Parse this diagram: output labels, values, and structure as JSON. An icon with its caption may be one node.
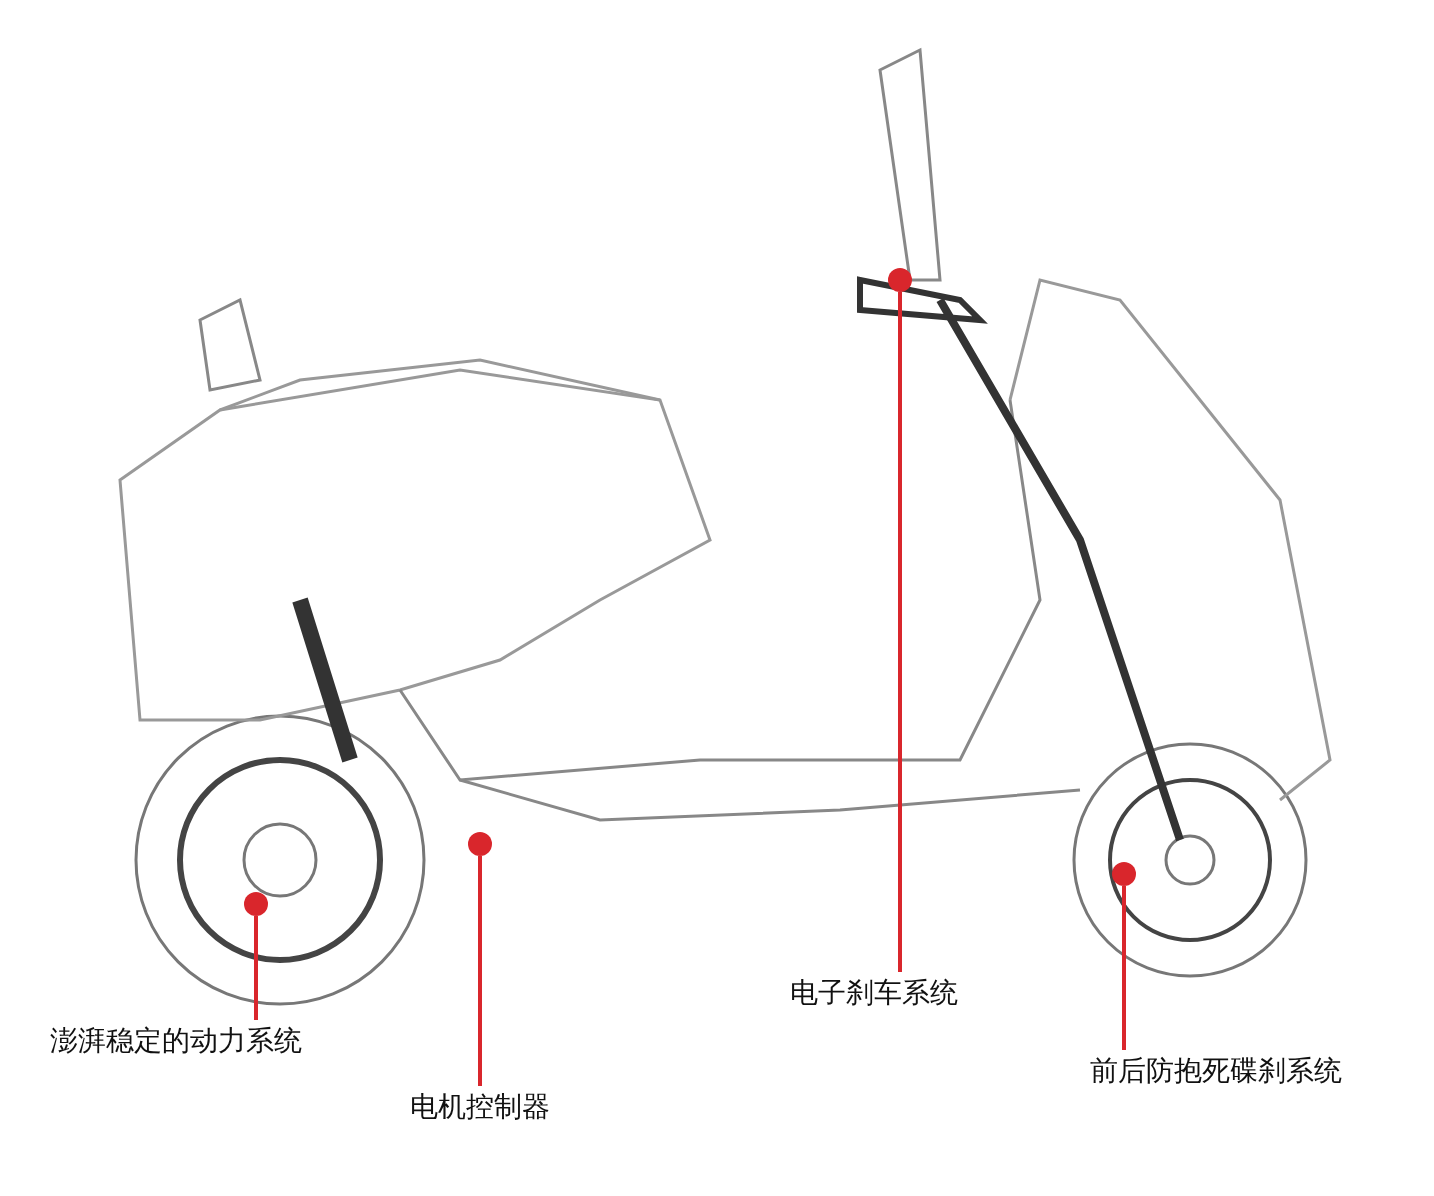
{
  "diagram": {
    "nodes": [
      {
        "text": [
          "澎湃稳定的动力系统"
        ]
      },
      {
        "text": [
          "电机控制器"
        ]
      },
      {
        "text": [
          "电子刹车系统"
        ]
      },
      {
        "text": [
          "前后防抱死碟刹系统"
        ]
      },
      {
        "text": [],
        "shape": "circle"
      },
      {
        "text": [],
        "shape": "circle"
      },
      {
        "text": [],
        "shape": "circle"
      },
      {
        "text": [],
        "shape": "circle"
      }
    ],
    "edges": [
      {
        "from": 0,
        "to": 4,
        "arrow": "none"
      },
      {
        "from": 1,
        "to": 5,
        "arrow": "none"
      },
      {
        "from": 2,
        "to": 6,
        "arrow": "none"
      },
      {
        "from": 3,
        "to": 7,
        "arrow": "none"
      }
    ]
  }
}
